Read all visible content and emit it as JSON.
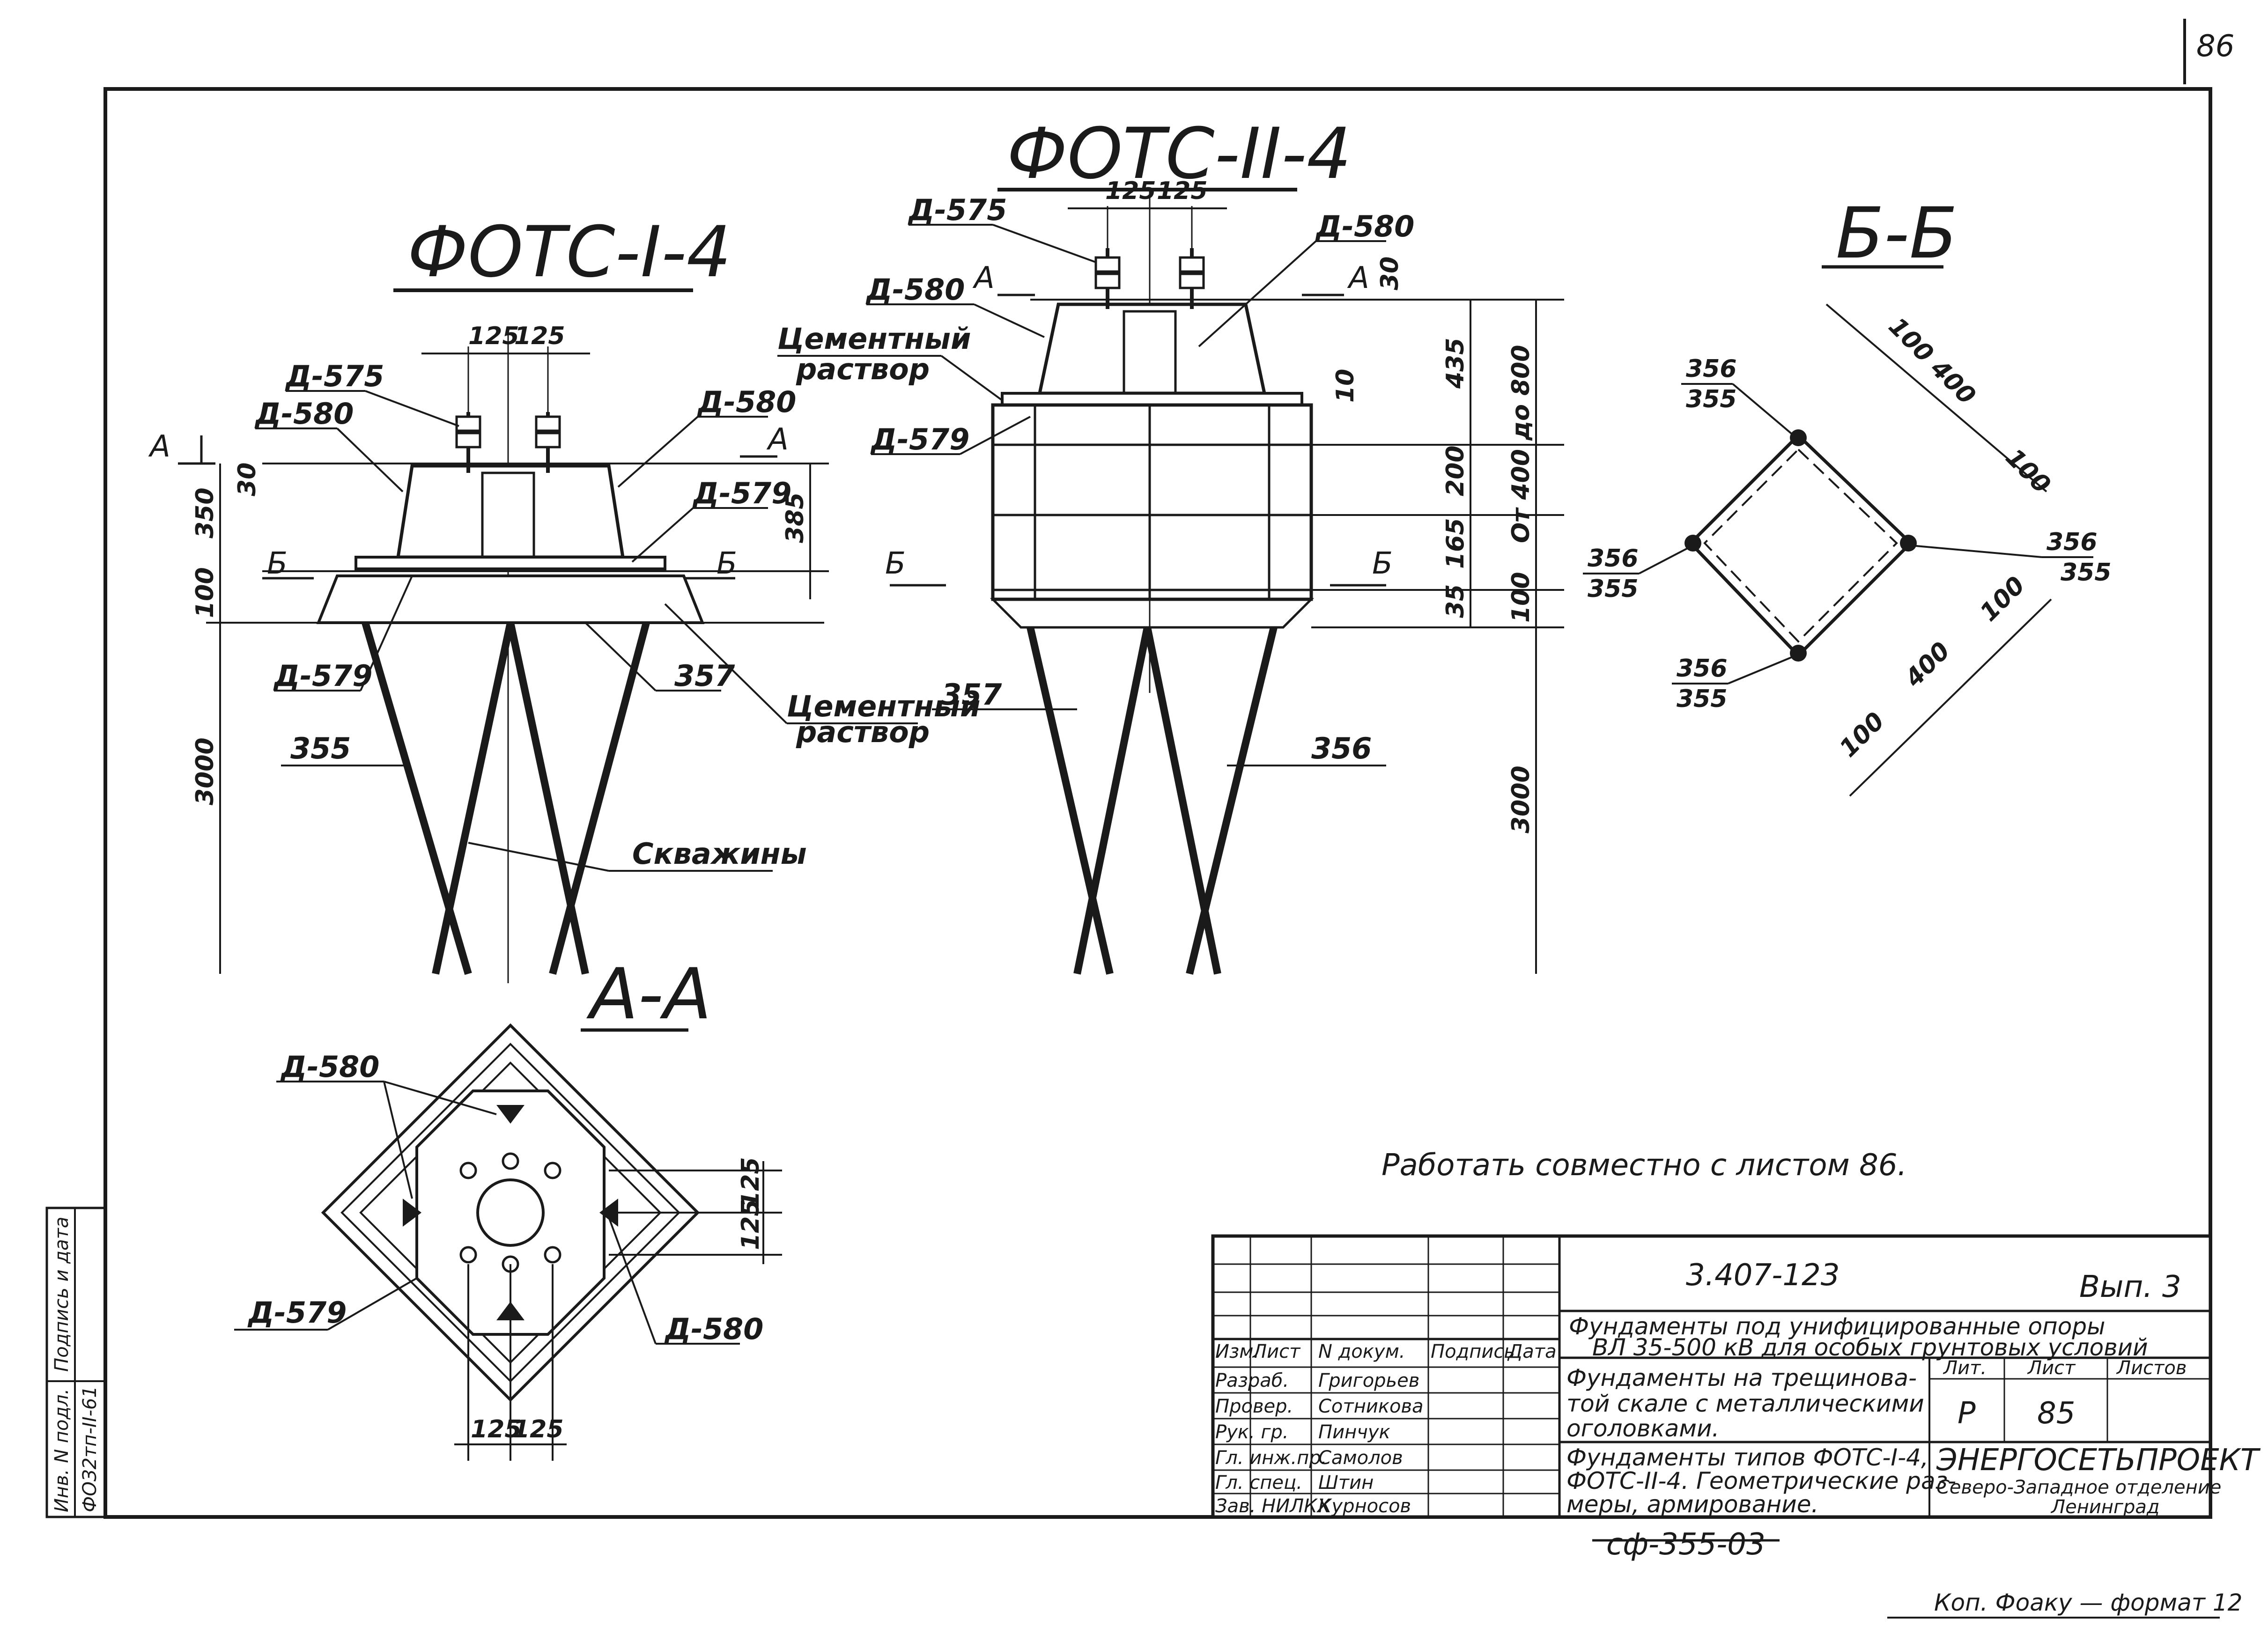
{
  "sheet": {
    "page_number": "86",
    "note": "Работать совместно с листом 86.",
    "copy_mark": "Коп. Фоаку — формат 12",
    "bottom_code": "сф-355-03"
  },
  "views": {
    "fots1_title": "ФОТС-I-4",
    "fots2_title": "ФОТС-II-4",
    "section_bb": "Б-Б",
    "section_aa": "А-А"
  },
  "fots1": {
    "d575": "Д-575",
    "d580_left": "Д-580",
    "d580_right": "Д-580",
    "d579_right": "Д-579",
    "d579_bottom": "Д-579",
    "cut_a_left": "А",
    "cut_a_right": "А",
    "cut_b_left": "Б",
    "cut_b_right": "Б",
    "dim_125a": "125",
    "dim_125b": "125",
    "dim_30": "30",
    "dim_350": "350",
    "dim_385": "385",
    "dim_100": "100",
    "dim_3000": "3000",
    "ref_357": "357",
    "ref_355": "355",
    "cement": "Цементный",
    "mortar": "раствор",
    "wells": "Скважины"
  },
  "fots2": {
    "d575": "Д-575",
    "d580_left": "Д-580",
    "d580_right": "Д-580",
    "d579": "Д-579",
    "cut_a_left": "А",
    "cut_a_right": "А",
    "cut_b_left": "Б",
    "cut_b_right": "Б",
    "dim_125a": "125",
    "dim_125b": "125",
    "dim_30": "30",
    "dim_10": "10",
    "dim_435": "435",
    "dim_200": "200",
    "dim_165": "165",
    "dim_35": "35",
    "dim_100": "100",
    "dim_range": "От 400 до 800",
    "dim_3000": "3000",
    "ref_357": "357",
    "ref_356": "356",
    "cement": "Цементный",
    "mortar": "раствор"
  },
  "section_bb": {
    "frac_tl_top": "356",
    "frac_tl_bot": "355",
    "frac_l_top": "356",
    "frac_l_bot": "355",
    "frac_r_top": "356",
    "frac_r_bot": "355",
    "frac_bl_top": "356",
    "frac_bl_bot": "355",
    "d100a": "100",
    "d400a": "400",
    "d100b": "100",
    "d100c": "100",
    "d400b": "400",
    "d100d": "100"
  },
  "section_aa": {
    "d580_top": "Д-580",
    "d579": "Д-579",
    "d580_right": "Д-580",
    "d125_v1": "125",
    "d125_v2": "125",
    "d125_h1": "125",
    "d125_h2": "125"
  },
  "title_block": {
    "doc_number": "3.407-123",
    "issue": "Вып. 3",
    "project_title_1": "Фундаменты под унифицированные опоры",
    "project_title_2": "ВЛ 35-500 кВ для особых грунтовых условий",
    "sheet_title_1": "Фундаменты на трещинова-",
    "sheet_title_2": "той скале с металлическими",
    "sheet_title_3": "оголовками.",
    "drawing_title_1": "Фундаменты типов ФОТС-I-4,",
    "drawing_title_2": "ФОТС-II-4. Геометрические раз-",
    "drawing_title_3": "меры, армирование.",
    "org_1": "ЭНЕРГОСЕТЬПРОЕКТ",
    "org_2": "Северо-Западное отделение",
    "org_3": "Ленинград",
    "hdr_change": "Изм.",
    "hdr_sheet": "Лист",
    "hdr_docnum": "N докум.",
    "hdr_sign": "Подпись",
    "hdr_date": "Дата",
    "hdr_lit": "Лит.",
    "hdr_list": "Лист",
    "hdr_lists": "Листов",
    "lit_value": "Р",
    "list_value": "85",
    "rows": [
      {
        "role": "Разраб.",
        "name": "Григорьев"
      },
      {
        "role": "Провер.",
        "name": "Сотникова"
      },
      {
        "role": "Рук. гр.",
        "name": "Пинчук"
      },
      {
        "role": "Гл. инж.пр.",
        "name": "Самолов"
      },
      {
        "role": "Гл. спец.",
        "name": "Штин"
      },
      {
        "role": "Зав. НИЛКХ",
        "name": "Курносов"
      }
    ]
  },
  "side_stamp": {
    "inv": "Инв. N подл.",
    "sign_date": "Подпись и дата",
    "ref": "ФОЗ2тп-II-61"
  }
}
